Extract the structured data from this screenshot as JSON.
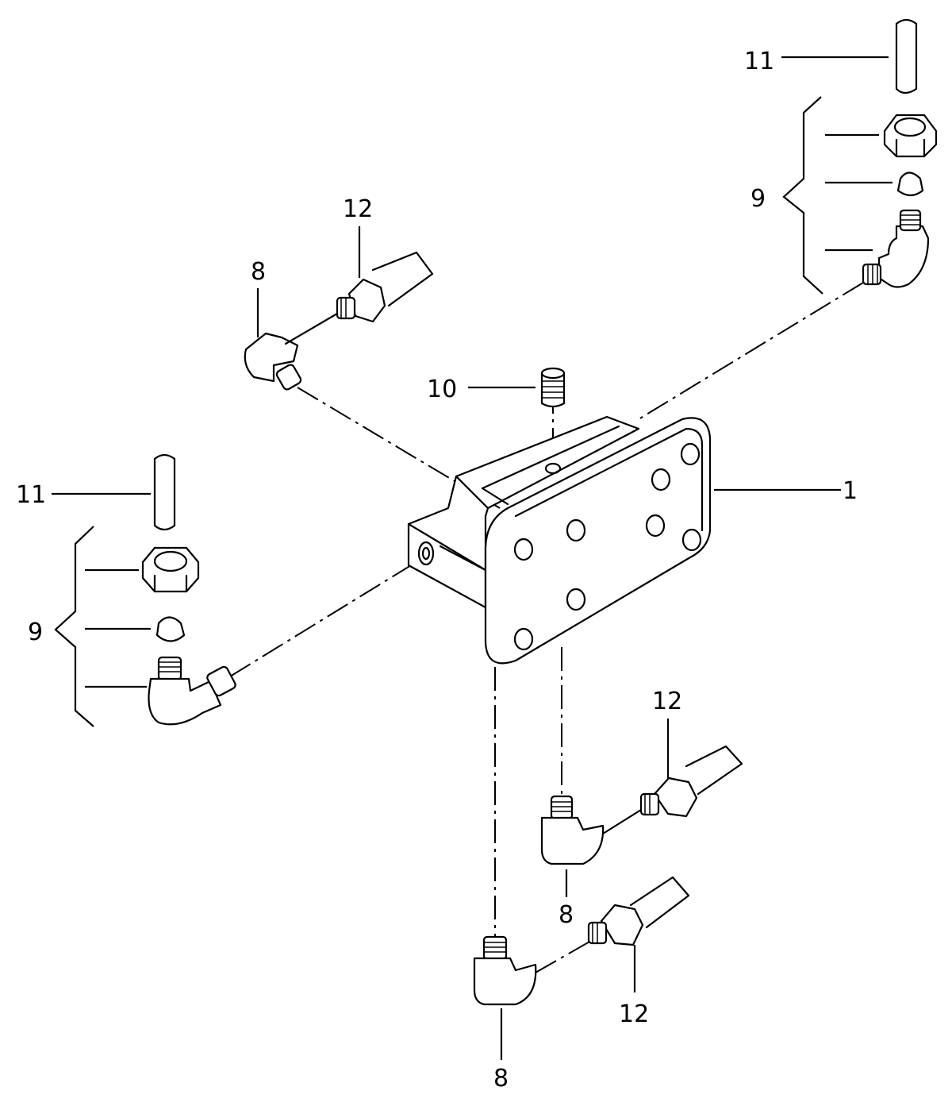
{
  "callouts": {
    "c1": "1",
    "c8_top": "8",
    "c8_mid": "8",
    "c8_bottom": "8",
    "c9_left": "9",
    "c9_right": "9",
    "c10": "10",
    "c11_left": "11",
    "c11_right": "11",
    "c12_top": "12",
    "c12_mid": "12",
    "c12_bottom": "12"
  },
  "colors": {
    "ink": "#000000",
    "paper": "#ffffff"
  }
}
